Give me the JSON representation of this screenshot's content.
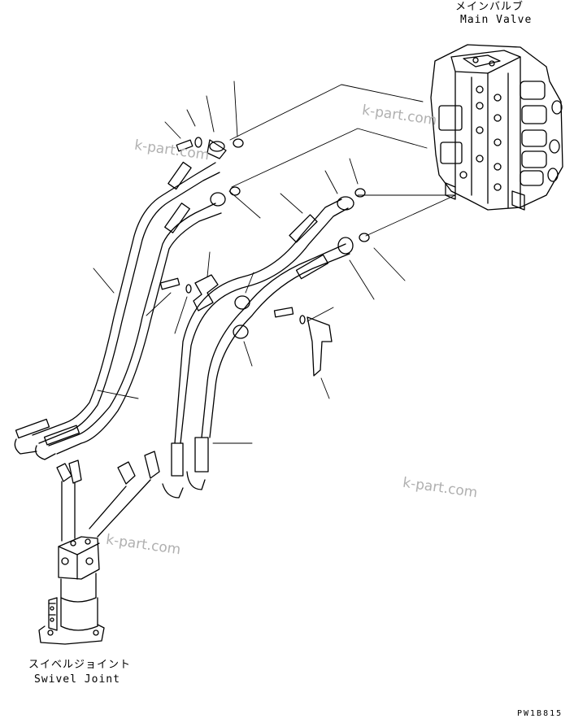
{
  "labels": {
    "main_valve_jp": "メインバルブ",
    "main_valve_en": "Main Valve",
    "swivel_joint_jp": "スイベルジョイント",
    "swivel_joint_en": "Swivel Joint"
  },
  "watermarks": [
    "k-part.com",
    "k-part.com",
    "k-part.com",
    "k-part.com"
  ],
  "drawing_code": "PW1B815"
}
